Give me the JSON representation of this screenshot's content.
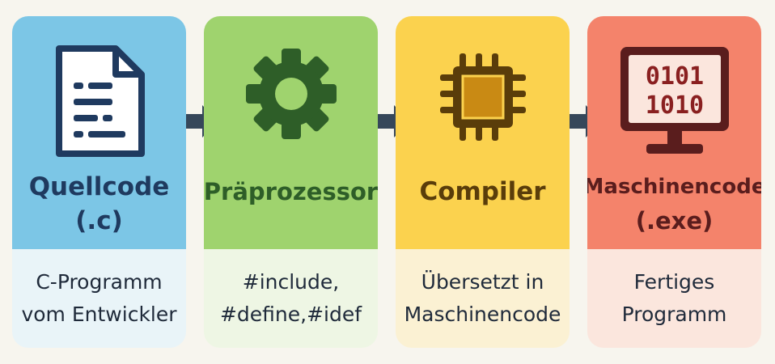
{
  "colors": {
    "background": "#f7f5ee",
    "arrow": "#36475a",
    "stage1_top": "#7cc6e6",
    "stage1_bottom": "#e9f4f8",
    "stage1_text": "#1f3a5f",
    "stage2_top": "#9fd36e",
    "stage2_bottom": "#eef6e4",
    "stage2_text": "#2e5e28",
    "stage3_top": "#fbd24e",
    "stage3_bottom": "#fbf1d3",
    "stage3_text": "#5a3d0a",
    "stage4_top": "#f4836b",
    "stage4_bottom": "#fbe6dd",
    "stage4_text": "#5a1d1d"
  },
  "stages": [
    {
      "icon": "document-icon",
      "title": [
        "Quellcode",
        "(.c)"
      ],
      "desc": [
        "C-Programm",
        "vom Entwickler"
      ]
    },
    {
      "icon": "gear-icon",
      "title": [
        "Präprozessor"
      ],
      "desc": [
        "#include,",
        "#define,#idef"
      ]
    },
    {
      "icon": "chip-icon",
      "title": [
        "Compiler"
      ],
      "desc": [
        "Übersetzt in",
        "Maschinencode"
      ]
    },
    {
      "icon": "monitor-binary-icon",
      "title": [
        "Maschinencode",
        "(.exe)"
      ],
      "desc": [
        "Fertiges",
        "Programm"
      ],
      "screen_text": [
        "0101",
        "1010"
      ]
    }
  ]
}
